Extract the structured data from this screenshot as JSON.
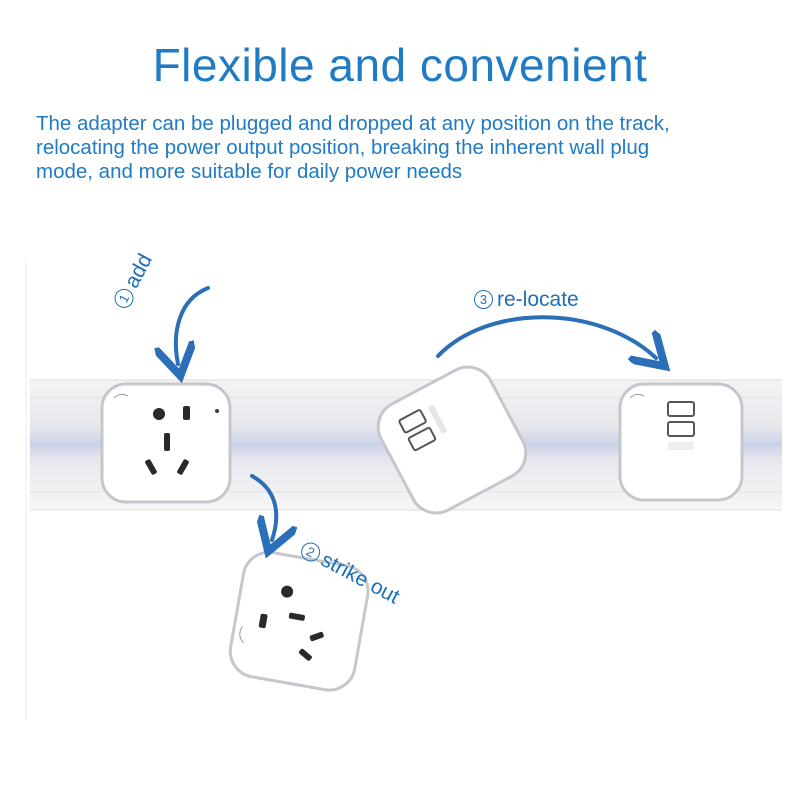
{
  "title": "Flexible and convenient",
  "description": [
    "The adapter can be plugged and dropped at any position on the track,",
    "relocating the power output position, breaking the inherent wall plug",
    "mode, and more suitable for daily power needs"
  ],
  "steps": [
    {
      "number": "1",
      "label": "add"
    },
    {
      "number": "2",
      "label": "strike out"
    },
    {
      "number": "3",
      "label": "re-locate"
    }
  ],
  "colors": {
    "accent": "#1f7bc4",
    "arrow": "#2a6fb8"
  }
}
